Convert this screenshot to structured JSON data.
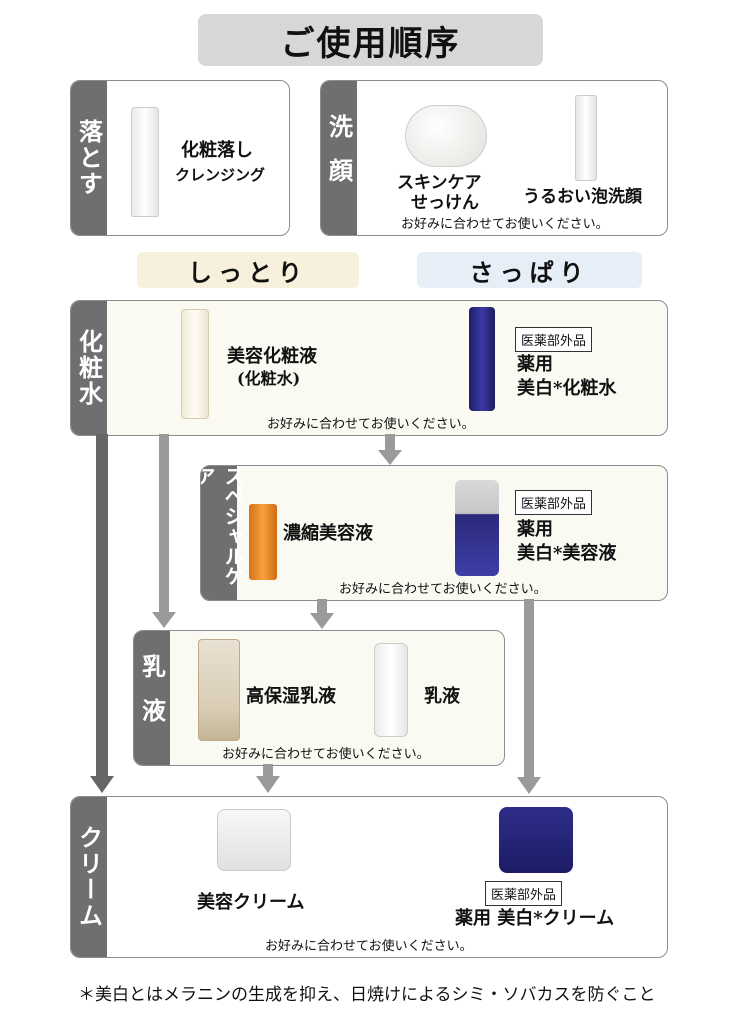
{
  "title": "ご使用順序",
  "cleansing": {
    "tab": "落とす",
    "product": "化粧落し",
    "product2": "クレンジング"
  },
  "wash": {
    "tab": "洗顔",
    "product1a": "スキンケア",
    "product1b": "せっけん",
    "product2": "うるおい泡洗顔",
    "note": "お好みに合わせてお使いください。"
  },
  "types": {
    "moist": "しっとり",
    "fresh": "さっぱり"
  },
  "lotion": {
    "tab": "化粧水",
    "product1a": "美容化粧液",
    "product1b": "(化粧水)",
    "badge": "医薬部外品",
    "product2a": "薬用",
    "product2b": "美白*化粧水",
    "note": "お好みに合わせてお使いください。"
  },
  "special": {
    "tab": "スペシャルケア",
    "product1": "濃縮美容液",
    "badge": "医薬部外品",
    "product2a": "薬用",
    "product2b": "美白*美容液",
    "note": "お好みに合わせてお使いください。"
  },
  "milk": {
    "tab": "乳液",
    "product1": "高保湿乳液",
    "product2": "乳液",
    "note": "お好みに合わせてお使いください。"
  },
  "cream": {
    "tab": "クリーム",
    "product1": "美容クリーム",
    "badge": "医薬部外品",
    "product2": "薬用 美白*クリーム",
    "note": "お好みに合わせてお使いください。"
  },
  "footnote": "＊美白とはメラニンの生成を抑え、日焼けによるシミ・ソバカスを防ぐこと",
  "colors": {
    "tab": "#6f6f6f",
    "arrow": "#9a9a9a",
    "moist_bg": "#f7f0dc",
    "fresh_bg": "#e6eef7",
    "cream_bg": "#fbfaf2"
  }
}
